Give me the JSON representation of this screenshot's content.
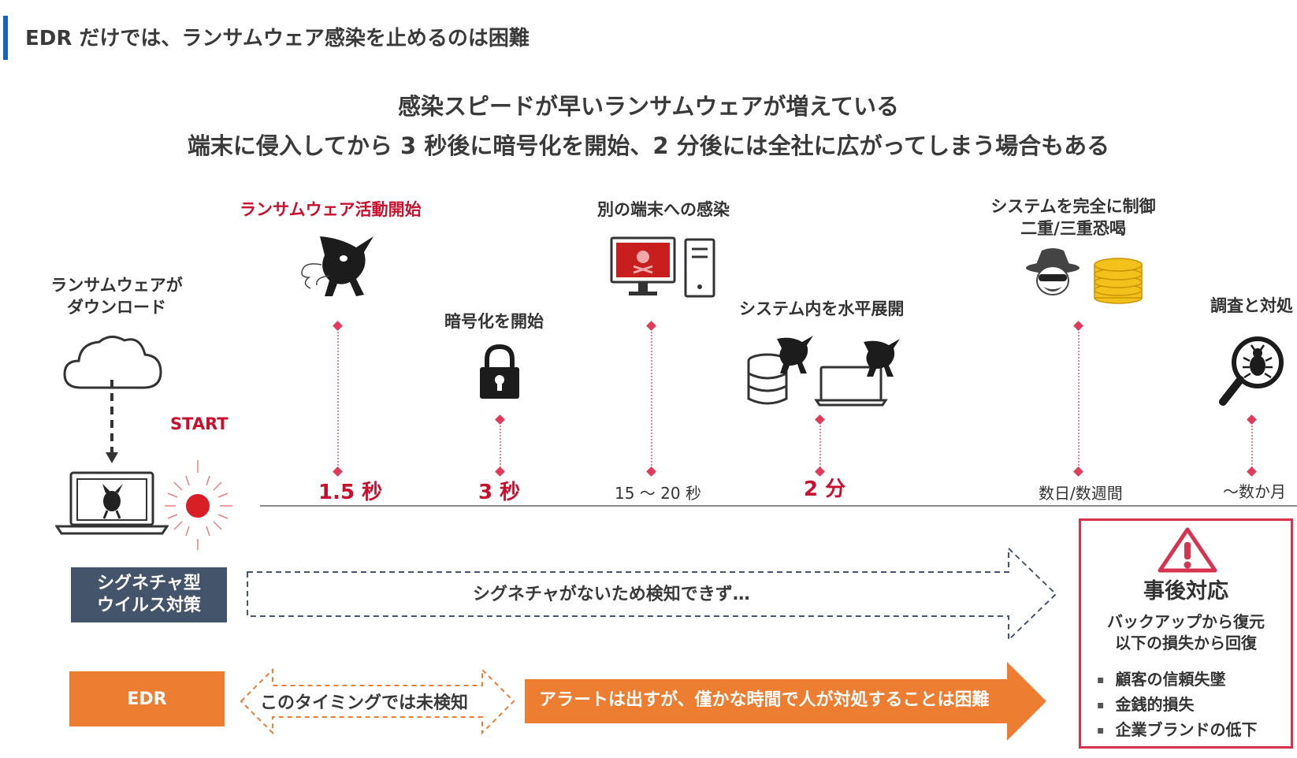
{
  "page_title": "EDR だけでは、ランサムウェア感染を止めるのは困難",
  "headline": {
    "line1": "感染スピードが早いランサムウェアが増えている",
    "line2": "端末に侵入してから 3 秒後に暗号化を開始、2 分後には全社に広がってしまう場合もある"
  },
  "stages": {
    "download": {
      "line1": "ランサムウェアが",
      "line2": "ダウンロード"
    },
    "start": "START",
    "activity": {
      "label": "ランサムウェア活動開始",
      "time": "1.5 秒"
    },
    "encrypt": {
      "label": "暗号化を開始",
      "time": "3 秒"
    },
    "infect": {
      "label": "別の端末への感染",
      "time": "15 ～ 20 秒"
    },
    "lateral": {
      "label": "システム内を水平展開",
      "time": "2 分"
    },
    "control": {
      "line1": "システムを完全に制御",
      "line2": "二重/三重恐喝",
      "time": "数日/数週間"
    },
    "investigate": {
      "label": "調査と対処",
      "time": "～数か月"
    }
  },
  "signature": {
    "box_line1": "シグネチャ型",
    "box_line2": "ウイルス対策",
    "arrow_text": "シグネチャがないため検知できず…"
  },
  "edr": {
    "box_label": "EDR",
    "undetected_text": "このタイミングでは未検知",
    "alert_text": "アラートは出すが、僅かな時間で人が対処することは困難"
  },
  "post_response": {
    "title": "事後対応",
    "sub_line1": "バックアップから復元",
    "sub_line2": "以下の損失から回復",
    "items": [
      "顧客の信頼失墜",
      "金銭的損失",
      "企業ブランドの低下"
    ]
  },
  "colors": {
    "accent_blue": "#1565c0",
    "alert_red": "#c8102e",
    "edr_orange": "#ed7d31",
    "signature_navy": "#44546a",
    "timeline_pink": "#e23a5a"
  }
}
